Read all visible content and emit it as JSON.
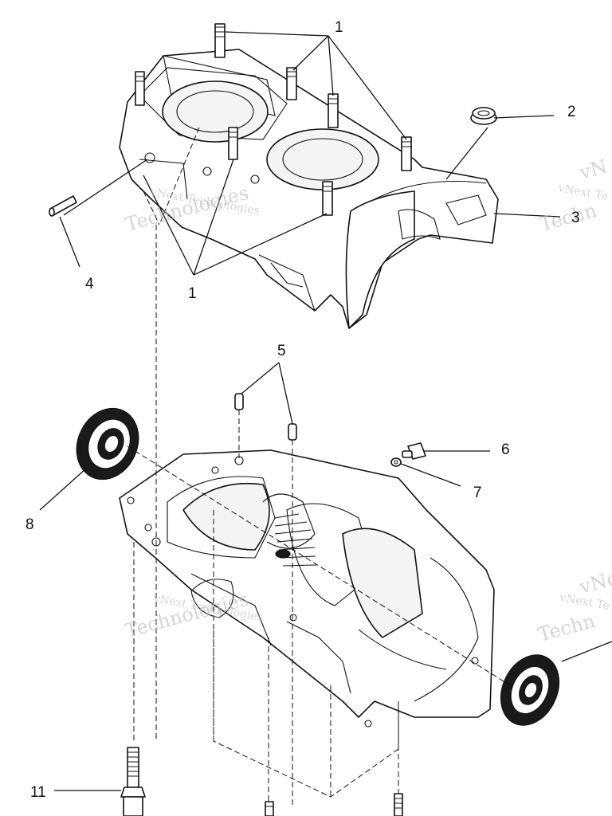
{
  "diagram": {
    "callouts": {
      "c1_top": "1",
      "c1_bottom": "1",
      "c2": "2",
      "c3": "3",
      "c4": "4",
      "c5": "5",
      "c6": "6",
      "c7": "7",
      "c8": "8",
      "c11": "11"
    },
    "watermark": {
      "line1": "vNext Technologies",
      "line2": "Technologies",
      "edge1": "vNext Te",
      "edge2": "Techn",
      "edge3": "vN",
      "edge4": "vNext Te",
      "edge5": "Techn",
      "edge6": "vNo"
    }
  }
}
